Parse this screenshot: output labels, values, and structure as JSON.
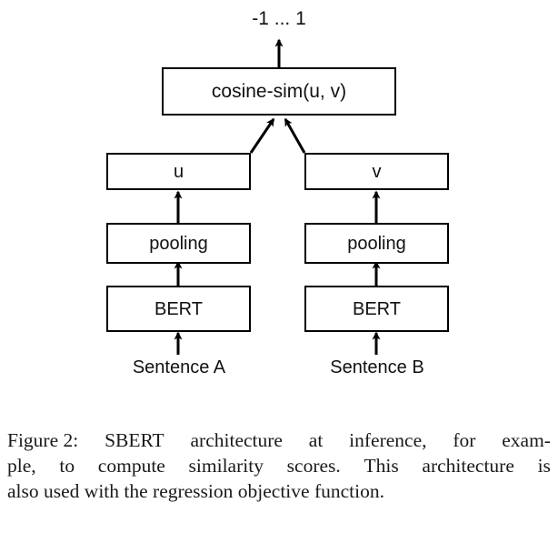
{
  "figure": {
    "output_label": "-1 ... 1",
    "nodes": {
      "cosine": "cosine-sim(u, v)",
      "u": "u",
      "v": "v",
      "pooling_a": "pooling",
      "pooling_b": "pooling",
      "bert_a": "BERT",
      "bert_b": "BERT"
    },
    "inputs": {
      "sentence_a": "Sentence A",
      "sentence_b": "Sentence B"
    },
    "colors": {
      "stroke": "#000000",
      "background": "#ffffff",
      "text": "#111111"
    }
  },
  "caption": {
    "line1_left": "Figure 2:",
    "line1_a": "SBERT",
    "line1_b": "architecture",
    "line1_c": "at",
    "line1_d": "inference,",
    "line1_e": "for",
    "line1_f": "exam-",
    "line2_a": "ple,",
    "line2_b": "to",
    "line2_c": "compute",
    "line2_d": "similarity",
    "line2_e": "scores.",
    "line2_f": "This",
    "line2_g": "architecture",
    "line2_h": "is",
    "line3": "also used with the regression objective function."
  }
}
